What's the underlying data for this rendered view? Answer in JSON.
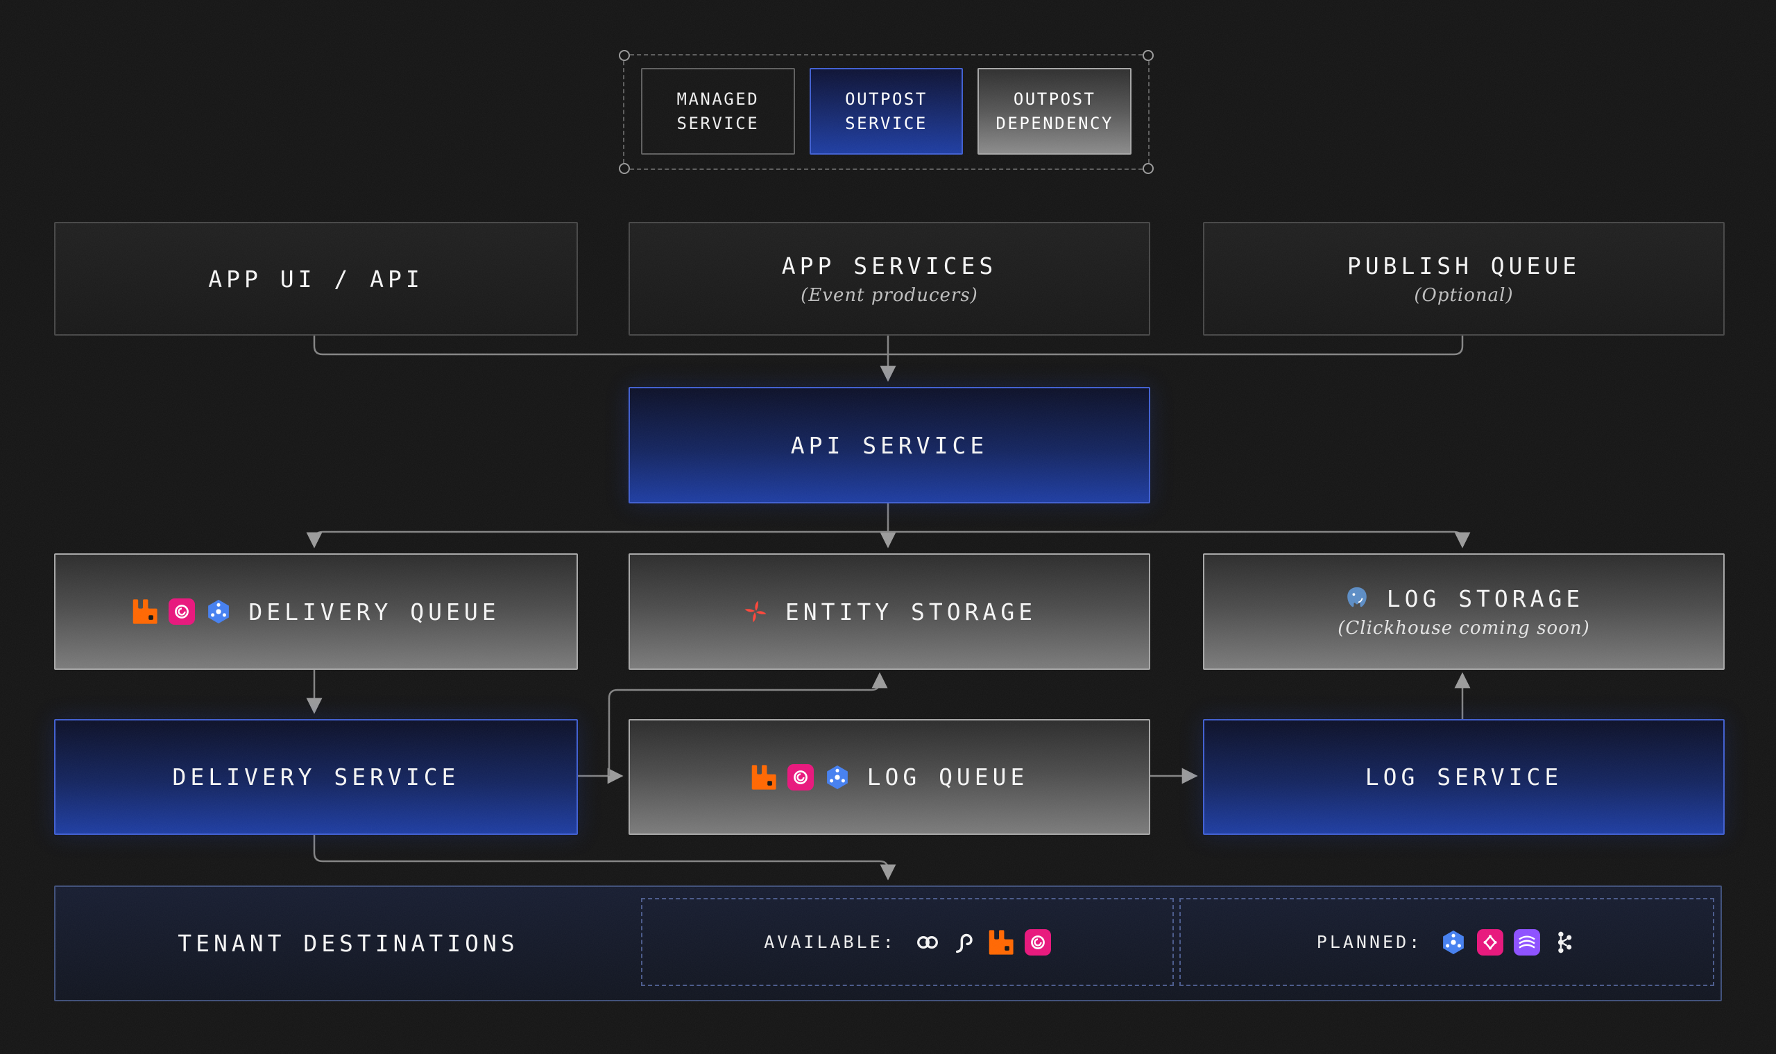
{
  "legend": {
    "items": [
      {
        "id": "managed",
        "label": "MANAGED SERVICE"
      },
      {
        "id": "outpost",
        "label": "OUTPOST SERVICE"
      },
      {
        "id": "dependency",
        "label": "OUTPOST DEPENDENCY"
      }
    ]
  },
  "nodes": {
    "app_ui_api": {
      "title": "APP UI / API"
    },
    "app_services": {
      "title": "APP SERVICES",
      "subtitle": "(Event producers)"
    },
    "publish_queue": {
      "title": "PUBLISH QUEUE",
      "subtitle": "(Optional)"
    },
    "api_service": {
      "title": "API SERVICE"
    },
    "delivery_queue": {
      "title": "DELIVERY QUEUE",
      "icons": [
        "rabbitmq",
        "aws-sqs",
        "gcp-pubsub"
      ]
    },
    "entity_storage": {
      "title": "ENTITY STORAGE",
      "icons": [
        "redis"
      ]
    },
    "log_storage": {
      "title": "LOG STORAGE",
      "subtitle": "(Clickhouse coming soon)",
      "icons": [
        "postgresql"
      ]
    },
    "delivery_service": {
      "title": "DELIVERY SERVICE"
    },
    "log_queue": {
      "title": "LOG QUEUE",
      "icons": [
        "rabbitmq",
        "aws-sqs",
        "gcp-pubsub"
      ]
    },
    "log_service": {
      "title": "LOG SERVICE"
    },
    "tenant_destinations": {
      "title": "TENANT DESTINATIONS",
      "available_label": "AVAILABLE:",
      "available_icons": [
        "webhook",
        "hookdeck",
        "rabbitmq",
        "aws-sqs"
      ],
      "planned_label": "PLANNED:",
      "planned_icons": [
        "gcp-pubsub",
        "eventbridge",
        "kinesis",
        "kafka"
      ]
    }
  },
  "colors": {
    "background": "#141414",
    "outpost_blue": "#1d3ca1",
    "dependency_gray": "#7a7a7a",
    "arrow": "#838383",
    "rabbitmq_orange": "#ff6600",
    "sqs_pink": "#e7157b",
    "pubsub_blue": "#447ff0",
    "redis_red": "#ff4438",
    "postgres_blue": "#5b8cc4",
    "kinesis_purple": "#8c4fff",
    "eventbridge_pink": "#e7157b"
  }
}
